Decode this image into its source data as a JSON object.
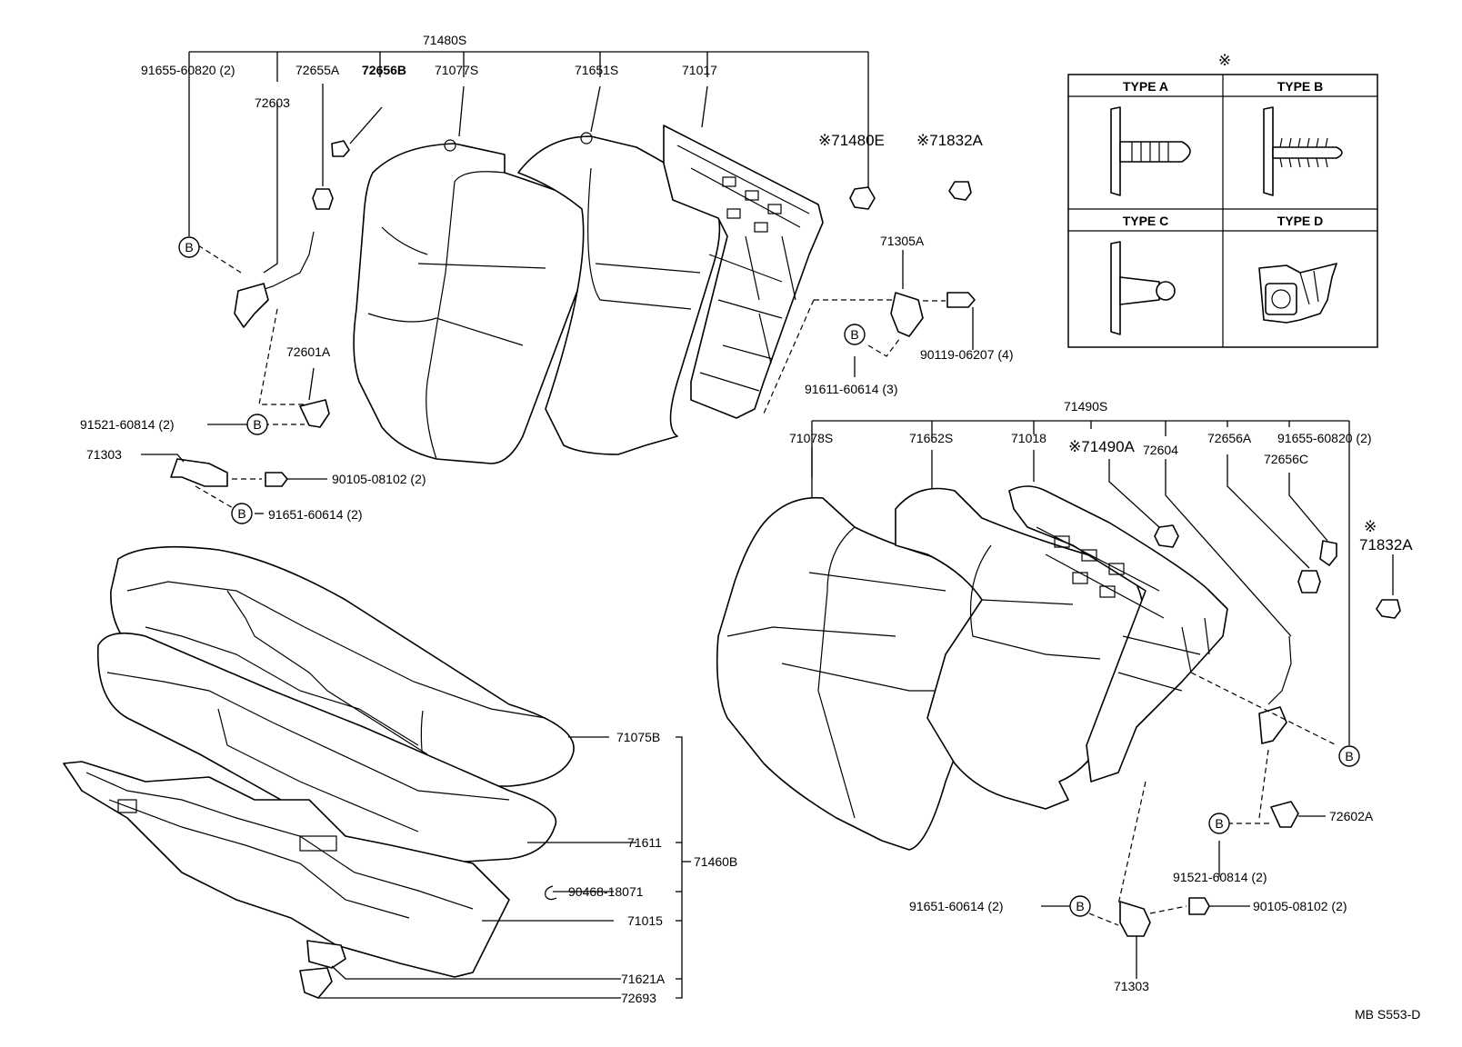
{
  "callouts": {
    "p71480S": "71480S",
    "p91655_60820_l": "91655-60820 (2)",
    "p72655A": "72655A",
    "p72656B": "72656B",
    "p71077S": "71077S",
    "p71651S": "71651S",
    "p71017": "71017",
    "p72603": "72603",
    "p71480E": "※71480E",
    "p71832A_top": "※71832A",
    "p71305A": "71305A",
    "p90119": "90119-06207 (4)",
    "p91611": "91611-60614 (3)",
    "p72601A": "72601A",
    "p91521_l": "91521-60814 (2)",
    "p71303_l": "71303",
    "p90105_l": "90105-08102 (2)",
    "p91651_l": "91651-60614 (2)",
    "p71490S": "71490S",
    "p71078S": "71078S",
    "p71652S": "71652S",
    "p71018": "71018",
    "p71490A": "※71490A",
    "p72604": "72604",
    "p72656A": "72656A",
    "p91655_r": "91655-60820 (2)",
    "p72656C": "72656C",
    "p71832A_mark": "※",
    "p71832A_r": "71832A",
    "p71075B": "71075B",
    "p71611": "71611",
    "p71460B": "71460B",
    "p90468": "90468-18071",
    "p71015": "71015",
    "p71621A": "71621A",
    "p72693": "72693",
    "p72602A": "72602A",
    "p91521_r": "91521-60814 (2)",
    "p91651_r": "91651-60614 (2)",
    "p90105_r": "90105-08102 (2)",
    "p71303_r": "71303"
  },
  "circle_marker": "B",
  "type_table": {
    "mark": "※",
    "type_a": "TYPE A",
    "type_b": "TYPE B",
    "type_c": "TYPE C",
    "type_d": "TYPE D"
  },
  "footer_code": "MB  S553-D"
}
